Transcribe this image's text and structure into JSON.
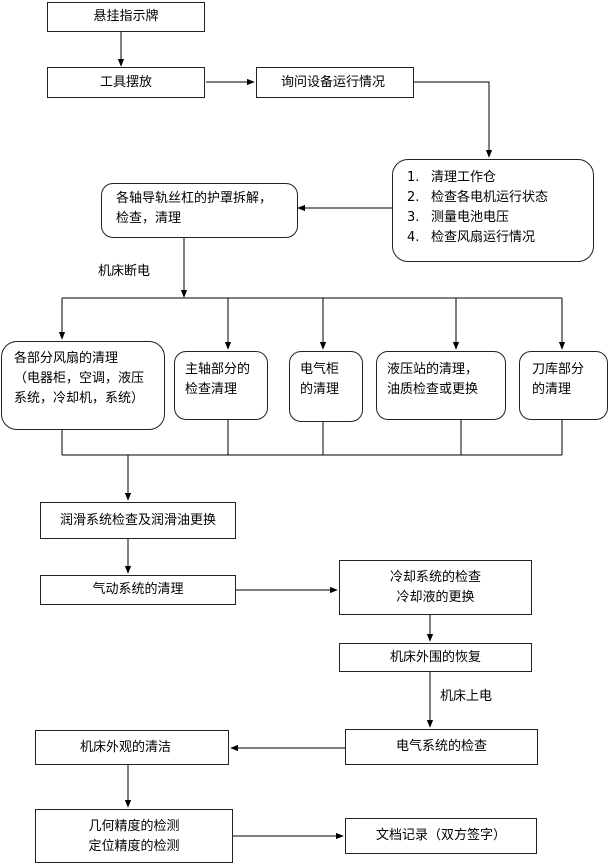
{
  "nodes": {
    "hang_sign": "悬挂指示牌",
    "tools": "工具摆放",
    "inquire": "询问设备运行情况",
    "checklist": [
      {
        "num": "1.",
        "text": "清理工作仓"
      },
      {
        "num": "2.",
        "text": "检查各电机运行状态"
      },
      {
        "num": "3.",
        "text": "测量电池电压"
      },
      {
        "num": "4.",
        "text": "检查风扇运行情况"
      }
    ],
    "guard": [
      "各轴导轨丝杠的护罩拆解，",
      "检查，清理"
    ],
    "fans": [
      "各部分风扇的清理",
      "（电器柜，空调，液压",
      "系统，冷却机，系统）"
    ],
    "spindle": [
      "主轴部分的",
      "检查清理"
    ],
    "cabinet": [
      "电气柜",
      "的清理"
    ],
    "hydraulic": [
      "液压站的清理，",
      "油质检查或更换"
    ],
    "magazine": [
      "刀库部分",
      "的清理"
    ],
    "lube": "润滑系统检查及润滑油更换",
    "pneumatic": "气动系统的清理",
    "coolant": [
      "冷却系统的检查",
      "冷却液的更换"
    ],
    "perimeter": "机床外围的恢复",
    "electric": "电气系统的检查",
    "exterior": "机床外观的清洁",
    "precision": [
      "几何精度的检测",
      "定位精度的检测"
    ],
    "docs": "文档记录（双方签字）"
  },
  "labels": {
    "power_off": "机床断电",
    "power_on": "机床上电"
  }
}
